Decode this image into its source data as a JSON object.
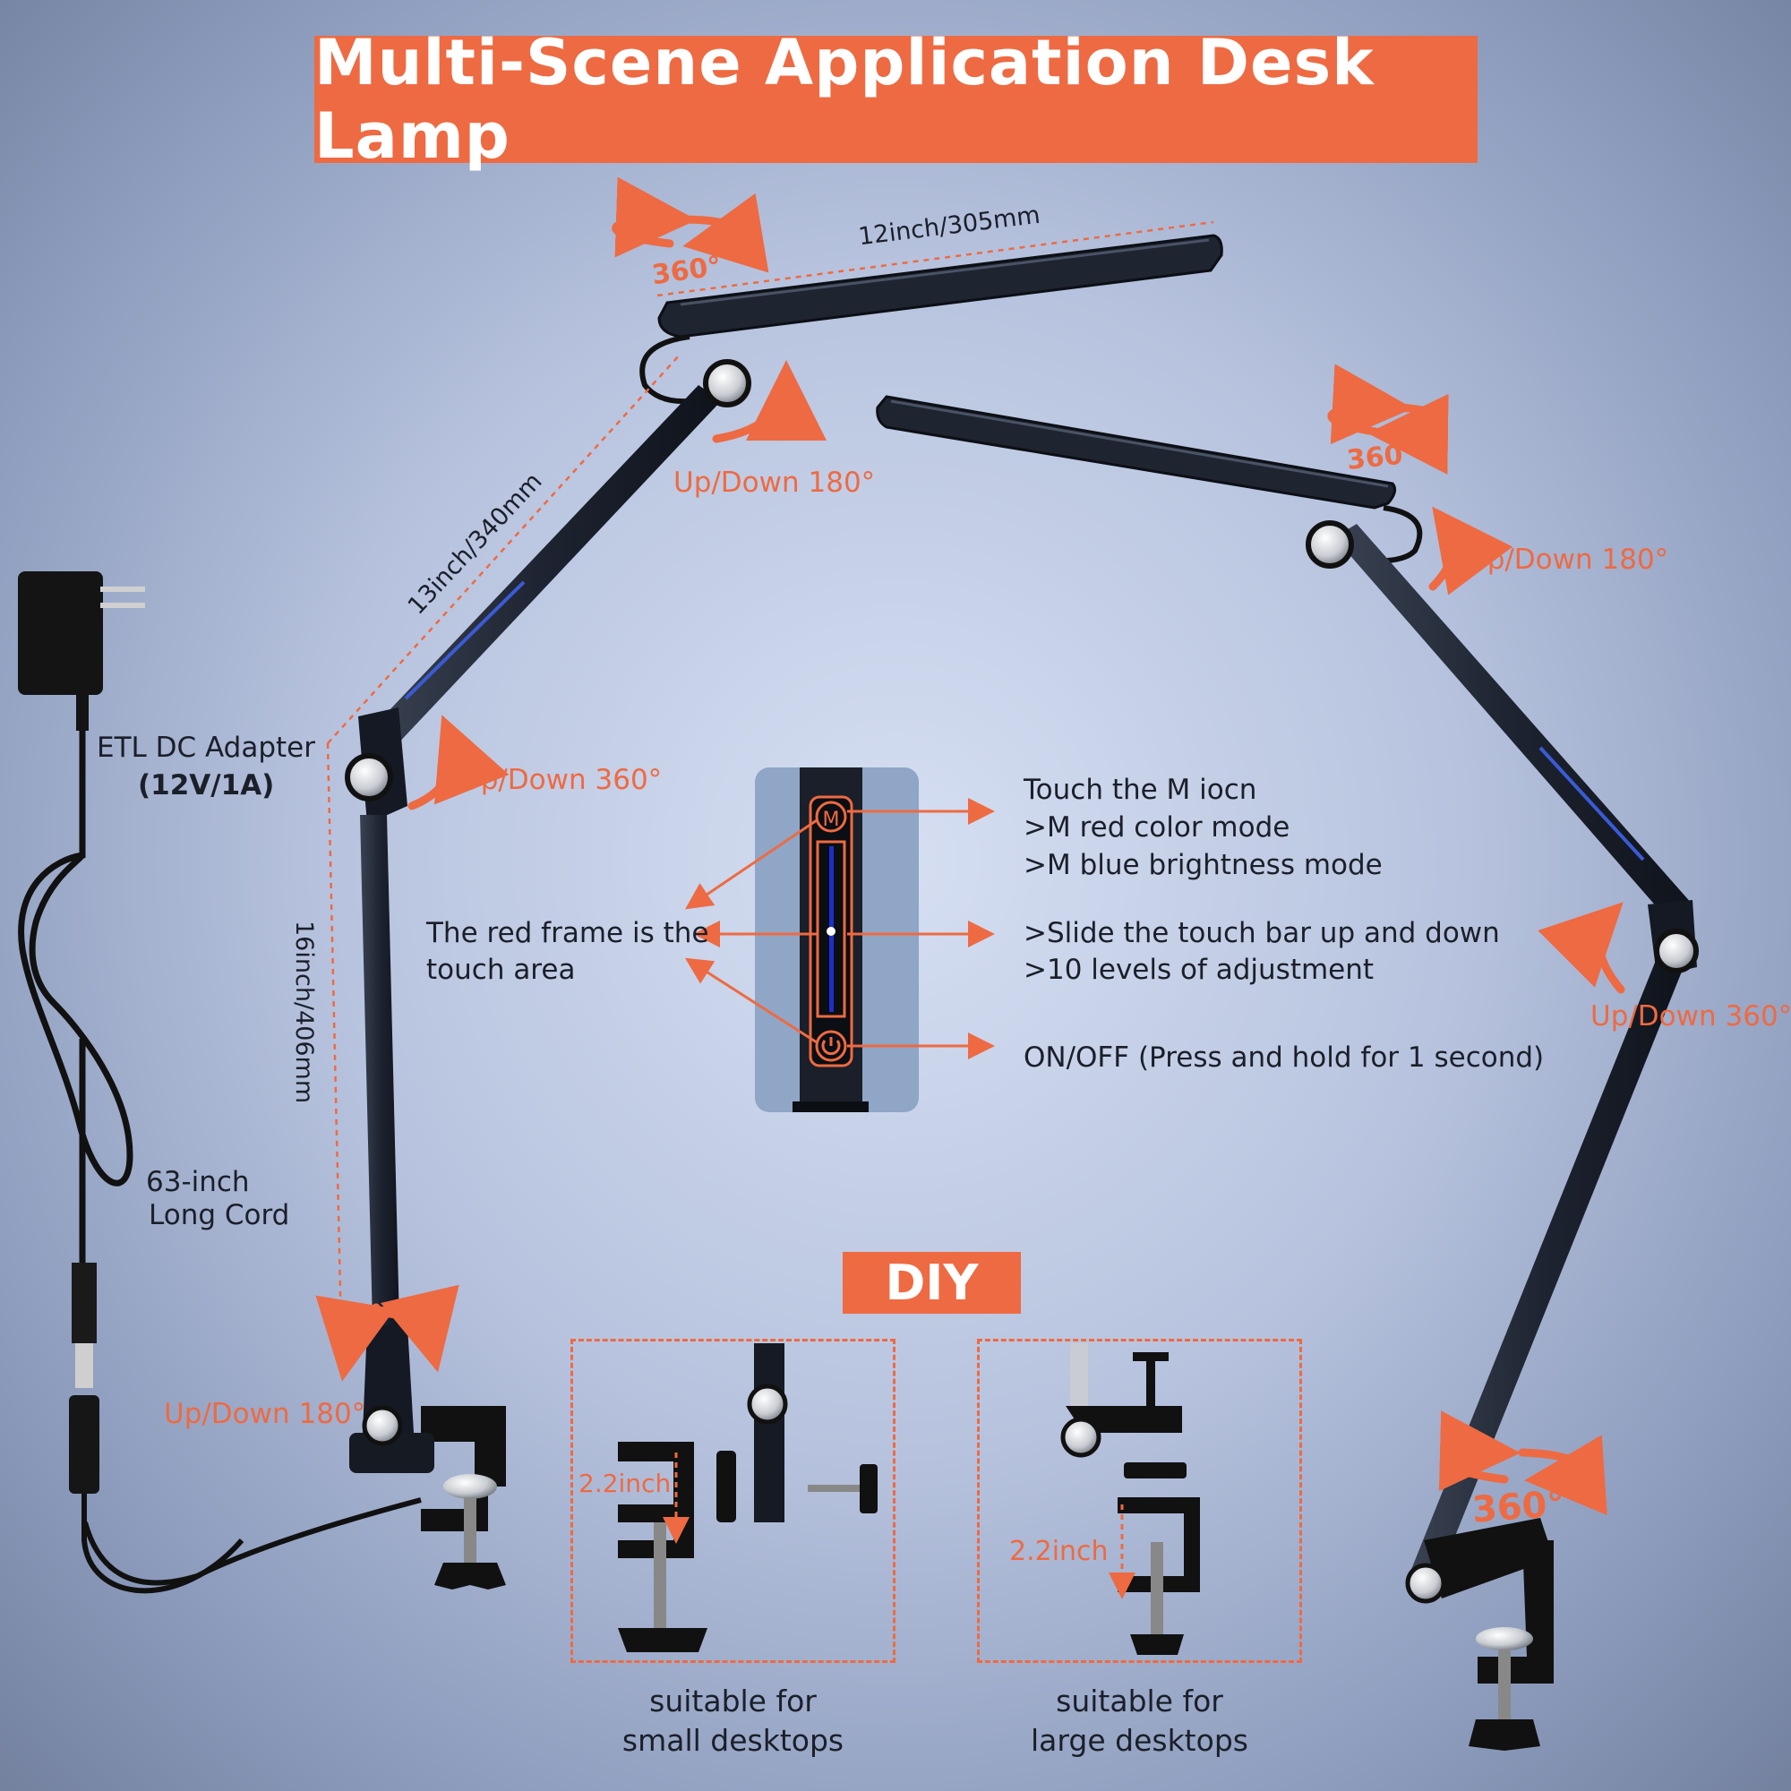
{
  "title": "Multi-Scene Application Desk Lamp",
  "lamp_left": {
    "head_rotation": "360°",
    "head_length": "12inch/305mm",
    "head_joint": "Up/Down 180°",
    "upper_arm_length": "13inch/340mm",
    "elbow_joint": "Up/Down 360°",
    "lower_arm_length": "16inch/406mm",
    "base_joint": "Up/Down 180°"
  },
  "lamp_right": {
    "head_rotation": "360°",
    "head_joint": "Up/Down 180°",
    "elbow_joint": "Up/Down 360°",
    "base_rotation": "360°"
  },
  "adapter": {
    "name": "ETL DC Adapter",
    "rating": "(12V/1A)"
  },
  "cord": {
    "line1": "63-inch",
    "line2": "Long Cord"
  },
  "touch_panel": {
    "frame_note_line1": "The red frame is the",
    "frame_note_line2": "touch area",
    "m_icon_label": "M",
    "m_line1": "Touch the M iocn",
    "m_line2": ">M red color mode",
    "m_line3": ">M blue brightness mode",
    "slide_line1": ">Slide the touch bar up and down",
    "slide_line2": ">10 levels of adjustment",
    "power_line": "ON/OFF (Press and hold for 1 second)"
  },
  "diy": {
    "label": "DIY",
    "small": {
      "measure": "2.2inch",
      "caption1": "suitable for",
      "caption2": "small desktops"
    },
    "large": {
      "measure": "2.2inch",
      "caption1": "suitable for",
      "caption2": "large desktops"
    }
  },
  "colors": {
    "accent": "#ee6a42",
    "lamp": "#1f2430",
    "text": "#1b1f2a"
  }
}
